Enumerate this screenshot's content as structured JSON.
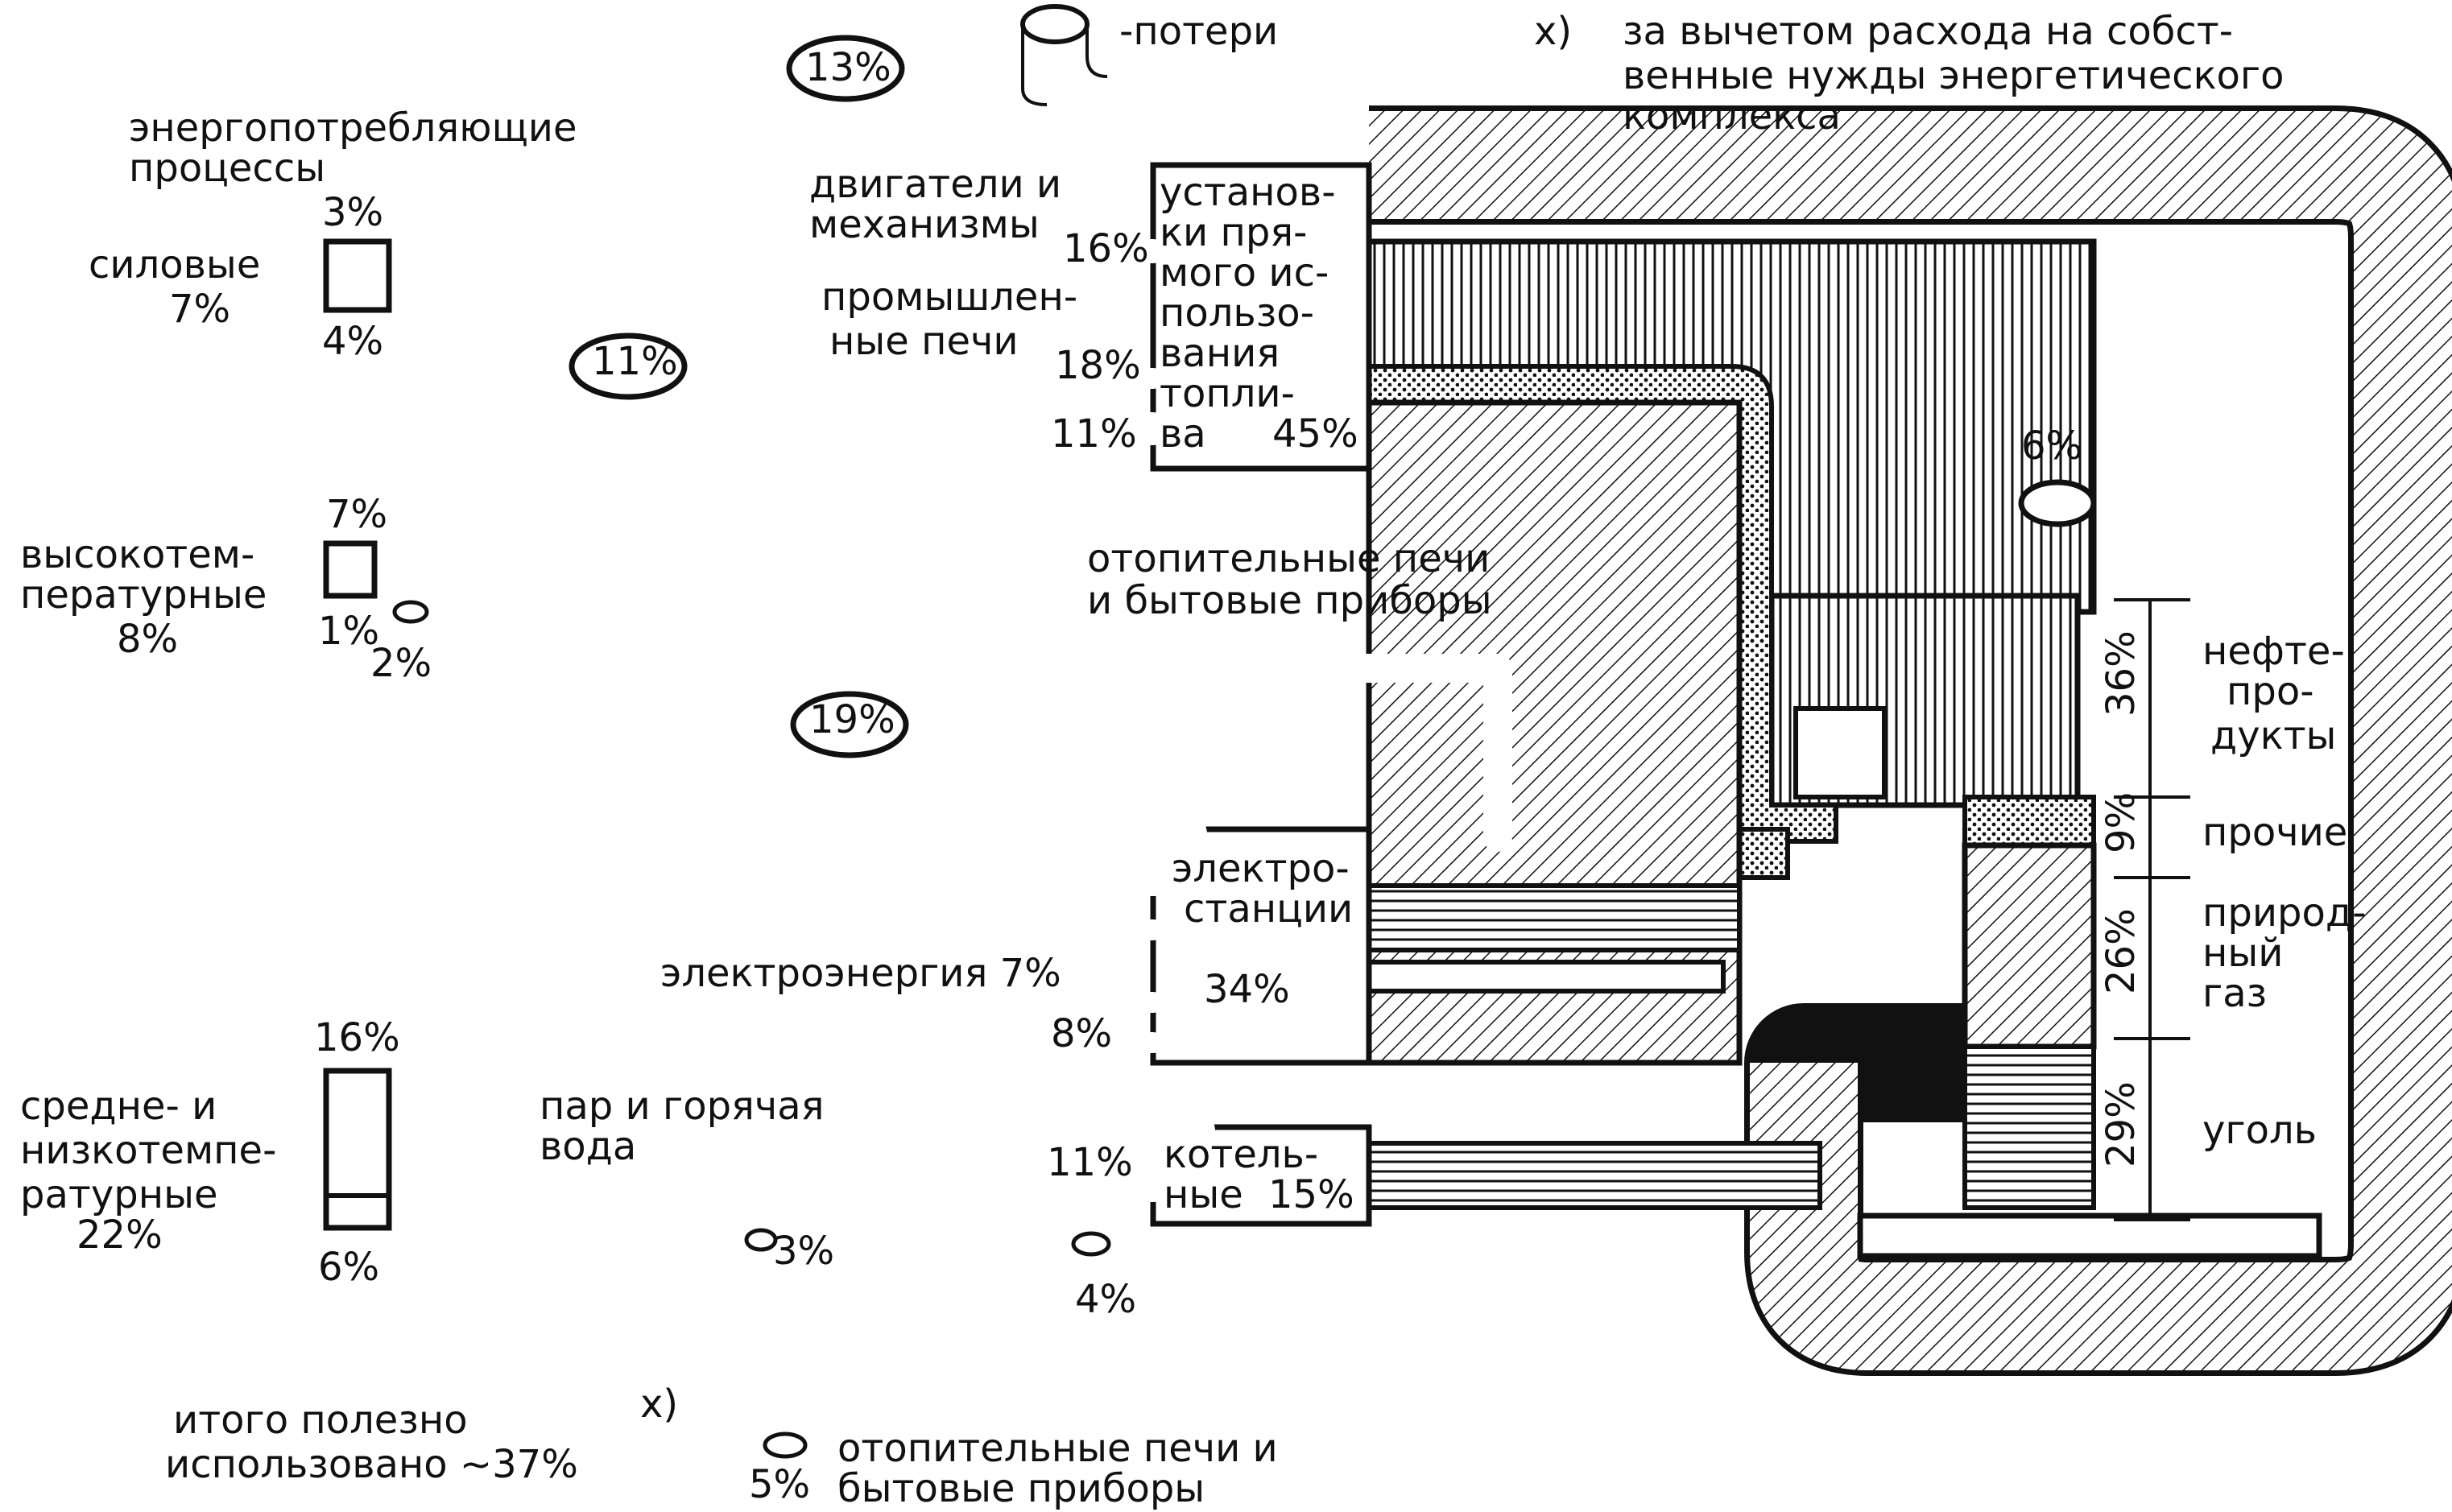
{
  "legend": {
    "loss_label": "-потери",
    "note_marker": "x)",
    "note_lines": [
      "за вычетом расхода на собст-",
      "венные нужды энергетического",
      "комплекса"
    ]
  },
  "processes": {
    "header_lines": [
      "энергопотребляющие",
      "процессы"
    ],
    "power": {
      "lines": [
        "силовые",
        "7%"
      ],
      "top_pct": "3%",
      "bottom_pct": "4%"
    },
    "high_temp": {
      "lines": [
        "высокотем-",
        "пературные",
        "8%"
      ],
      "top_pct": "7%",
      "bottom_left_pct": "1%",
      "loss_pct": "2%"
    },
    "mid_low_temp": {
      "lines": [
        "средне- и",
        "низкотемпе-",
        "ратурные",
        "22%"
      ],
      "top_pct": "16%",
      "bottom_pct": "6%"
    }
  },
  "consumers": {
    "engines": {
      "lines": [
        "двигатели и",
        "механизмы"
      ],
      "pct": "16%",
      "loss_pct": "13%"
    },
    "furnaces": {
      "lines": [
        "промышлен-",
        "ные печи"
      ],
      "pct": "18%",
      "loss_pct": "11%"
    },
    "heating_label_upper": [
      "отопительные печи",
      "и бытовые приборы"
    ],
    "heating_pct_upper": "11%",
    "electricity_label": "электроэнергия 7%",
    "electricity_loss_pct": "19%",
    "steam_label": [
      "пар и горячая",
      "вода"
    ],
    "steam_pct": "8%",
    "boiler_out_pct": "11%",
    "steam_loss_pct": "3%",
    "boiler_loss_pct": "4%",
    "heating_label_lower": [
      "отопительные печи и",
      "бытовые приборы"
    ],
    "heating_loss_pct": "5%",
    "useful_lines": [
      "итого полезно",
      "использовано ~37%"
    ],
    "useful_note": "x)"
  },
  "plants": {
    "direct_fuel": {
      "lines": [
        "установ-",
        "ки пря-",
        "мого ис-",
        "пользо-",
        "вания",
        "топли-",
        "ва"
      ],
      "pct": "45%"
    },
    "power_plants": {
      "lines": [
        "электро-",
        "станции"
      ],
      "pct": "34%"
    },
    "boilers": {
      "lines": [
        "котель-",
        "ные"
      ],
      "pct": "15%"
    }
  },
  "sources": {
    "loss_pct": "6%",
    "oil": {
      "lines": [
        "нефте-",
        "про-",
        "дукты"
      ],
      "share": "36%"
    },
    "other": {
      "lines": [
        "прочие"
      ],
      "share": "9%"
    },
    "gas": {
      "lines": [
        "природ-",
        "ный",
        "газ"
      ],
      "share": "26%"
    },
    "coal": {
      "lines": [
        "уголь"
      ],
      "share": "29%"
    }
  },
  "colors": {
    "ink": "#111111",
    "paper": "#ffffff"
  },
  "fill_patterns": {
    "oil": "vertical-lines",
    "other": "dots",
    "gas": "diagonal-lines",
    "coal": "horizontal-lines"
  }
}
